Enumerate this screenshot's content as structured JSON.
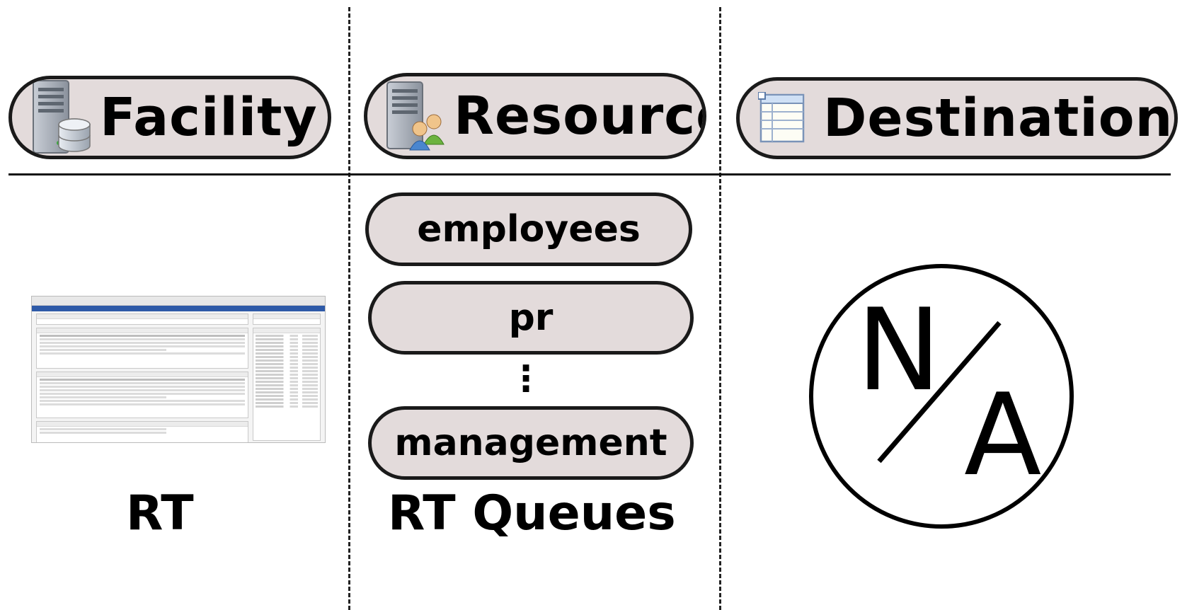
{
  "columns": {
    "facility": {
      "header_label": "Facility",
      "header_icon": "server-database-icon",
      "caption": "RT",
      "thumbnail_icon": "rt-screenshot-thumbnail"
    },
    "resources": {
      "header_label": "Resources",
      "header_icon": "server-users-icon",
      "queues": [
        "employees",
        "pr",
        "management"
      ],
      "ellipsis": "⋮",
      "caption": "RT Queues"
    },
    "destinations": {
      "header_label": "Destinations",
      "header_icon": "table-list-icon",
      "na_symbol": "N/A"
    }
  },
  "colors": {
    "pill_fill": "#e3dbdb",
    "pill_border": "#1a1a1a",
    "thumbnail_titlebar": "#2e5aa8"
  }
}
